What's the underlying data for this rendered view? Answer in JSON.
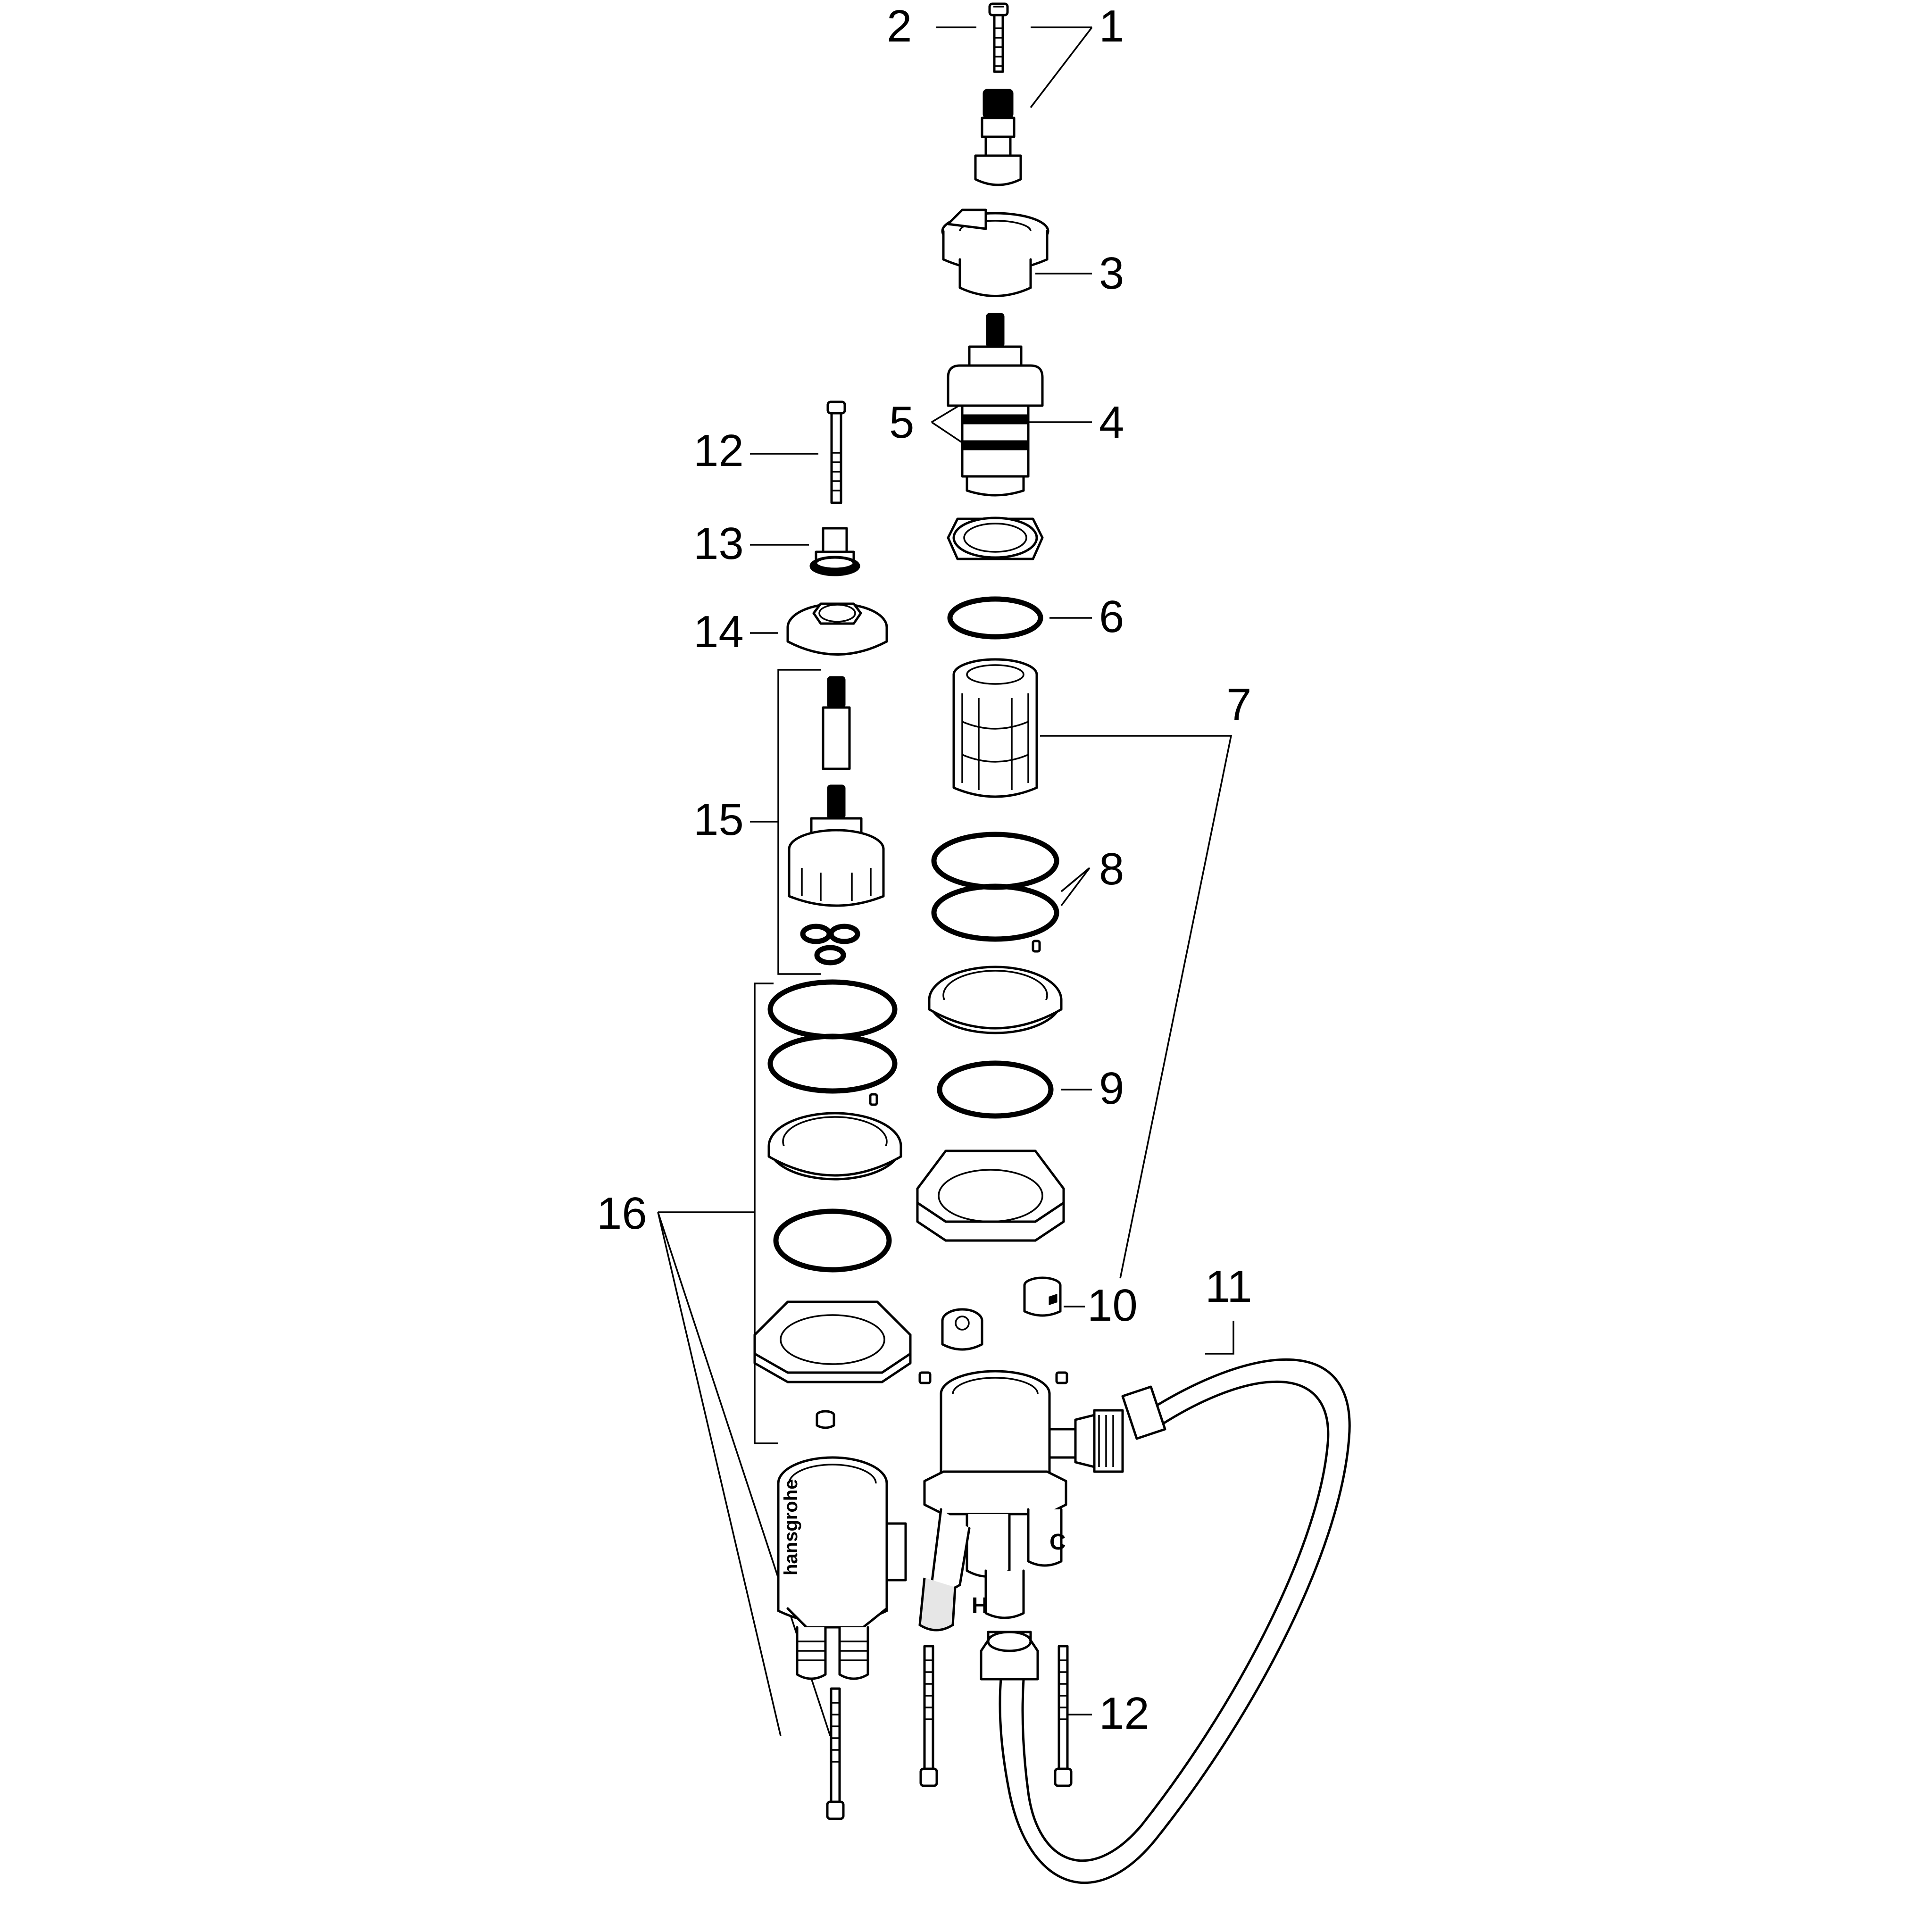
{
  "labels": [
    {
      "id": "1",
      "text": "1"
    },
    {
      "id": "2",
      "text": "2"
    },
    {
      "id": "3",
      "text": "3"
    },
    {
      "id": "4",
      "text": "4"
    },
    {
      "id": "5",
      "text": "5"
    },
    {
      "id": "6",
      "text": "6"
    },
    {
      "id": "7",
      "text": "7"
    },
    {
      "id": "8",
      "text": "8"
    },
    {
      "id": "9",
      "text": "9"
    },
    {
      "id": "10",
      "text": "10"
    },
    {
      "id": "11",
      "text": "11"
    },
    {
      "id": "12a",
      "text": "12"
    },
    {
      "id": "12b",
      "text": "12"
    },
    {
      "id": "13",
      "text": "13"
    },
    {
      "id": "14",
      "text": "14"
    },
    {
      "id": "15",
      "text": "15"
    },
    {
      "id": "16",
      "text": "16"
    }
  ],
  "brand_text": "hansgrohe",
  "body_marks": {
    "hot": "H",
    "cold": "C"
  }
}
